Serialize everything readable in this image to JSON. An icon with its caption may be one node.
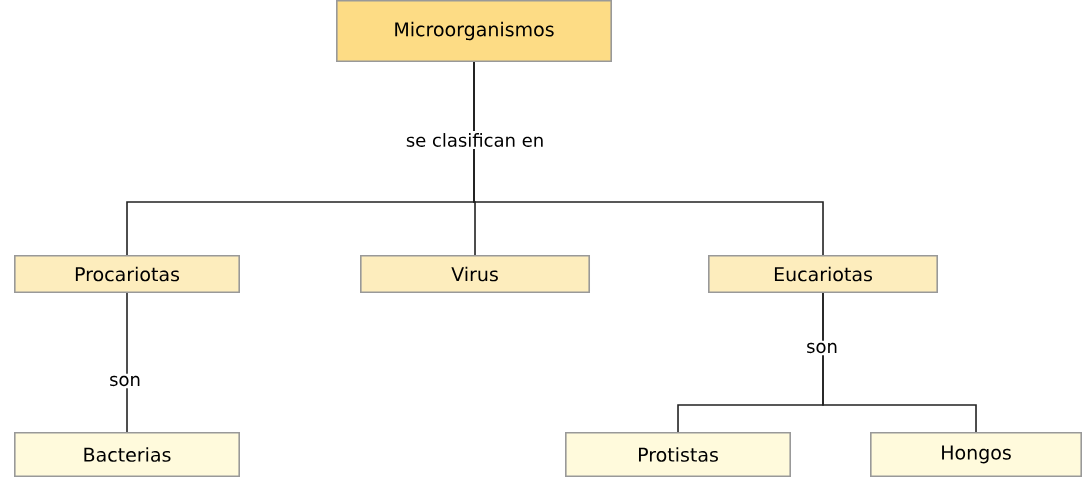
{
  "diagram": {
    "nodes": [
      {
        "text": [
          "Microorganismos"
        ]
      },
      {
        "text": [
          "Procariotas"
        ]
      },
      {
        "text": [
          "Virus"
        ]
      },
      {
        "text": [
          "Eucariotas"
        ]
      },
      {
        "text": [
          "Bacterias"
        ]
      },
      {
        "text": [
          "Protistas"
        ]
      },
      {
        "text": [
          "Hongos"
        ]
      }
    ],
    "edges": [
      {
        "from": 0,
        "to": 1,
        "arrow": "none"
      },
      {
        "from": 0,
        "to": 2,
        "arrow": "none",
        "label": "se clasifican en"
      },
      {
        "from": 0,
        "to": 3,
        "arrow": "none"
      },
      {
        "from": 1,
        "to": 4,
        "arrow": "none",
        "label": "son"
      },
      {
        "from": 3,
        "to": 5,
        "arrow": "none",
        "label": "son"
      },
      {
        "from": 3,
        "to": 6,
        "arrow": "none"
      }
    ]
  }
}
